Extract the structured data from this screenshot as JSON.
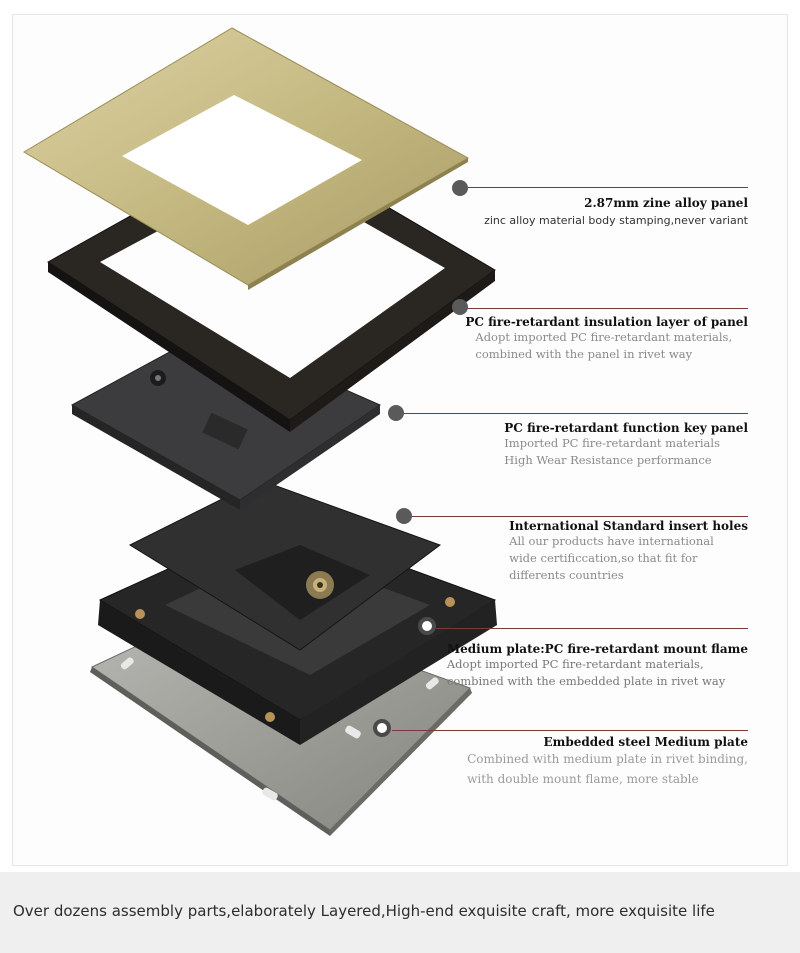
{
  "callouts": [
    {
      "title": "2.87mm zine alloy panel",
      "lines": [
        "zinc alloy material body stamping,never variant"
      ]
    },
    {
      "title": "PC fire-retardant insulation layer of panel",
      "lines": [
        "Adopt imported PC fire-retardant materials,",
        "combined with the panel in rivet way"
      ]
    },
    {
      "title": "PC fire-retardant  function key panel",
      "lines": [
        "Imported PC fire-retardant materials",
        "High Wear Resistance performance"
      ]
    },
    {
      "title": "International Standard insert holes",
      "lines": [
        "All our products have international",
        "wide certificcation,so that fit for",
        "differents countries"
      ]
    },
    {
      "title": "Medium plate:PC fire-retardant mount flame",
      "lines": [
        "Adopt imported PC fire-retardant materials,",
        "combined with the embedded plate in rivet way"
      ]
    },
    {
      "title": "Embedded steel Medium plate",
      "lines": [
        "Combined with medium plate in rivet binding,",
        "with  double mount flame, more stable"
      ]
    }
  ],
  "footer": {
    "text": "Over dozens assembly parts,elaborately Layered,High-end exquisite craft,  more exquisite life"
  },
  "colors": {
    "leader": "#7a3a3a",
    "gold_panel": "#c9bd8a",
    "dark_plastic": "#2b2b2b",
    "steel": "#9e9e9a"
  }
}
